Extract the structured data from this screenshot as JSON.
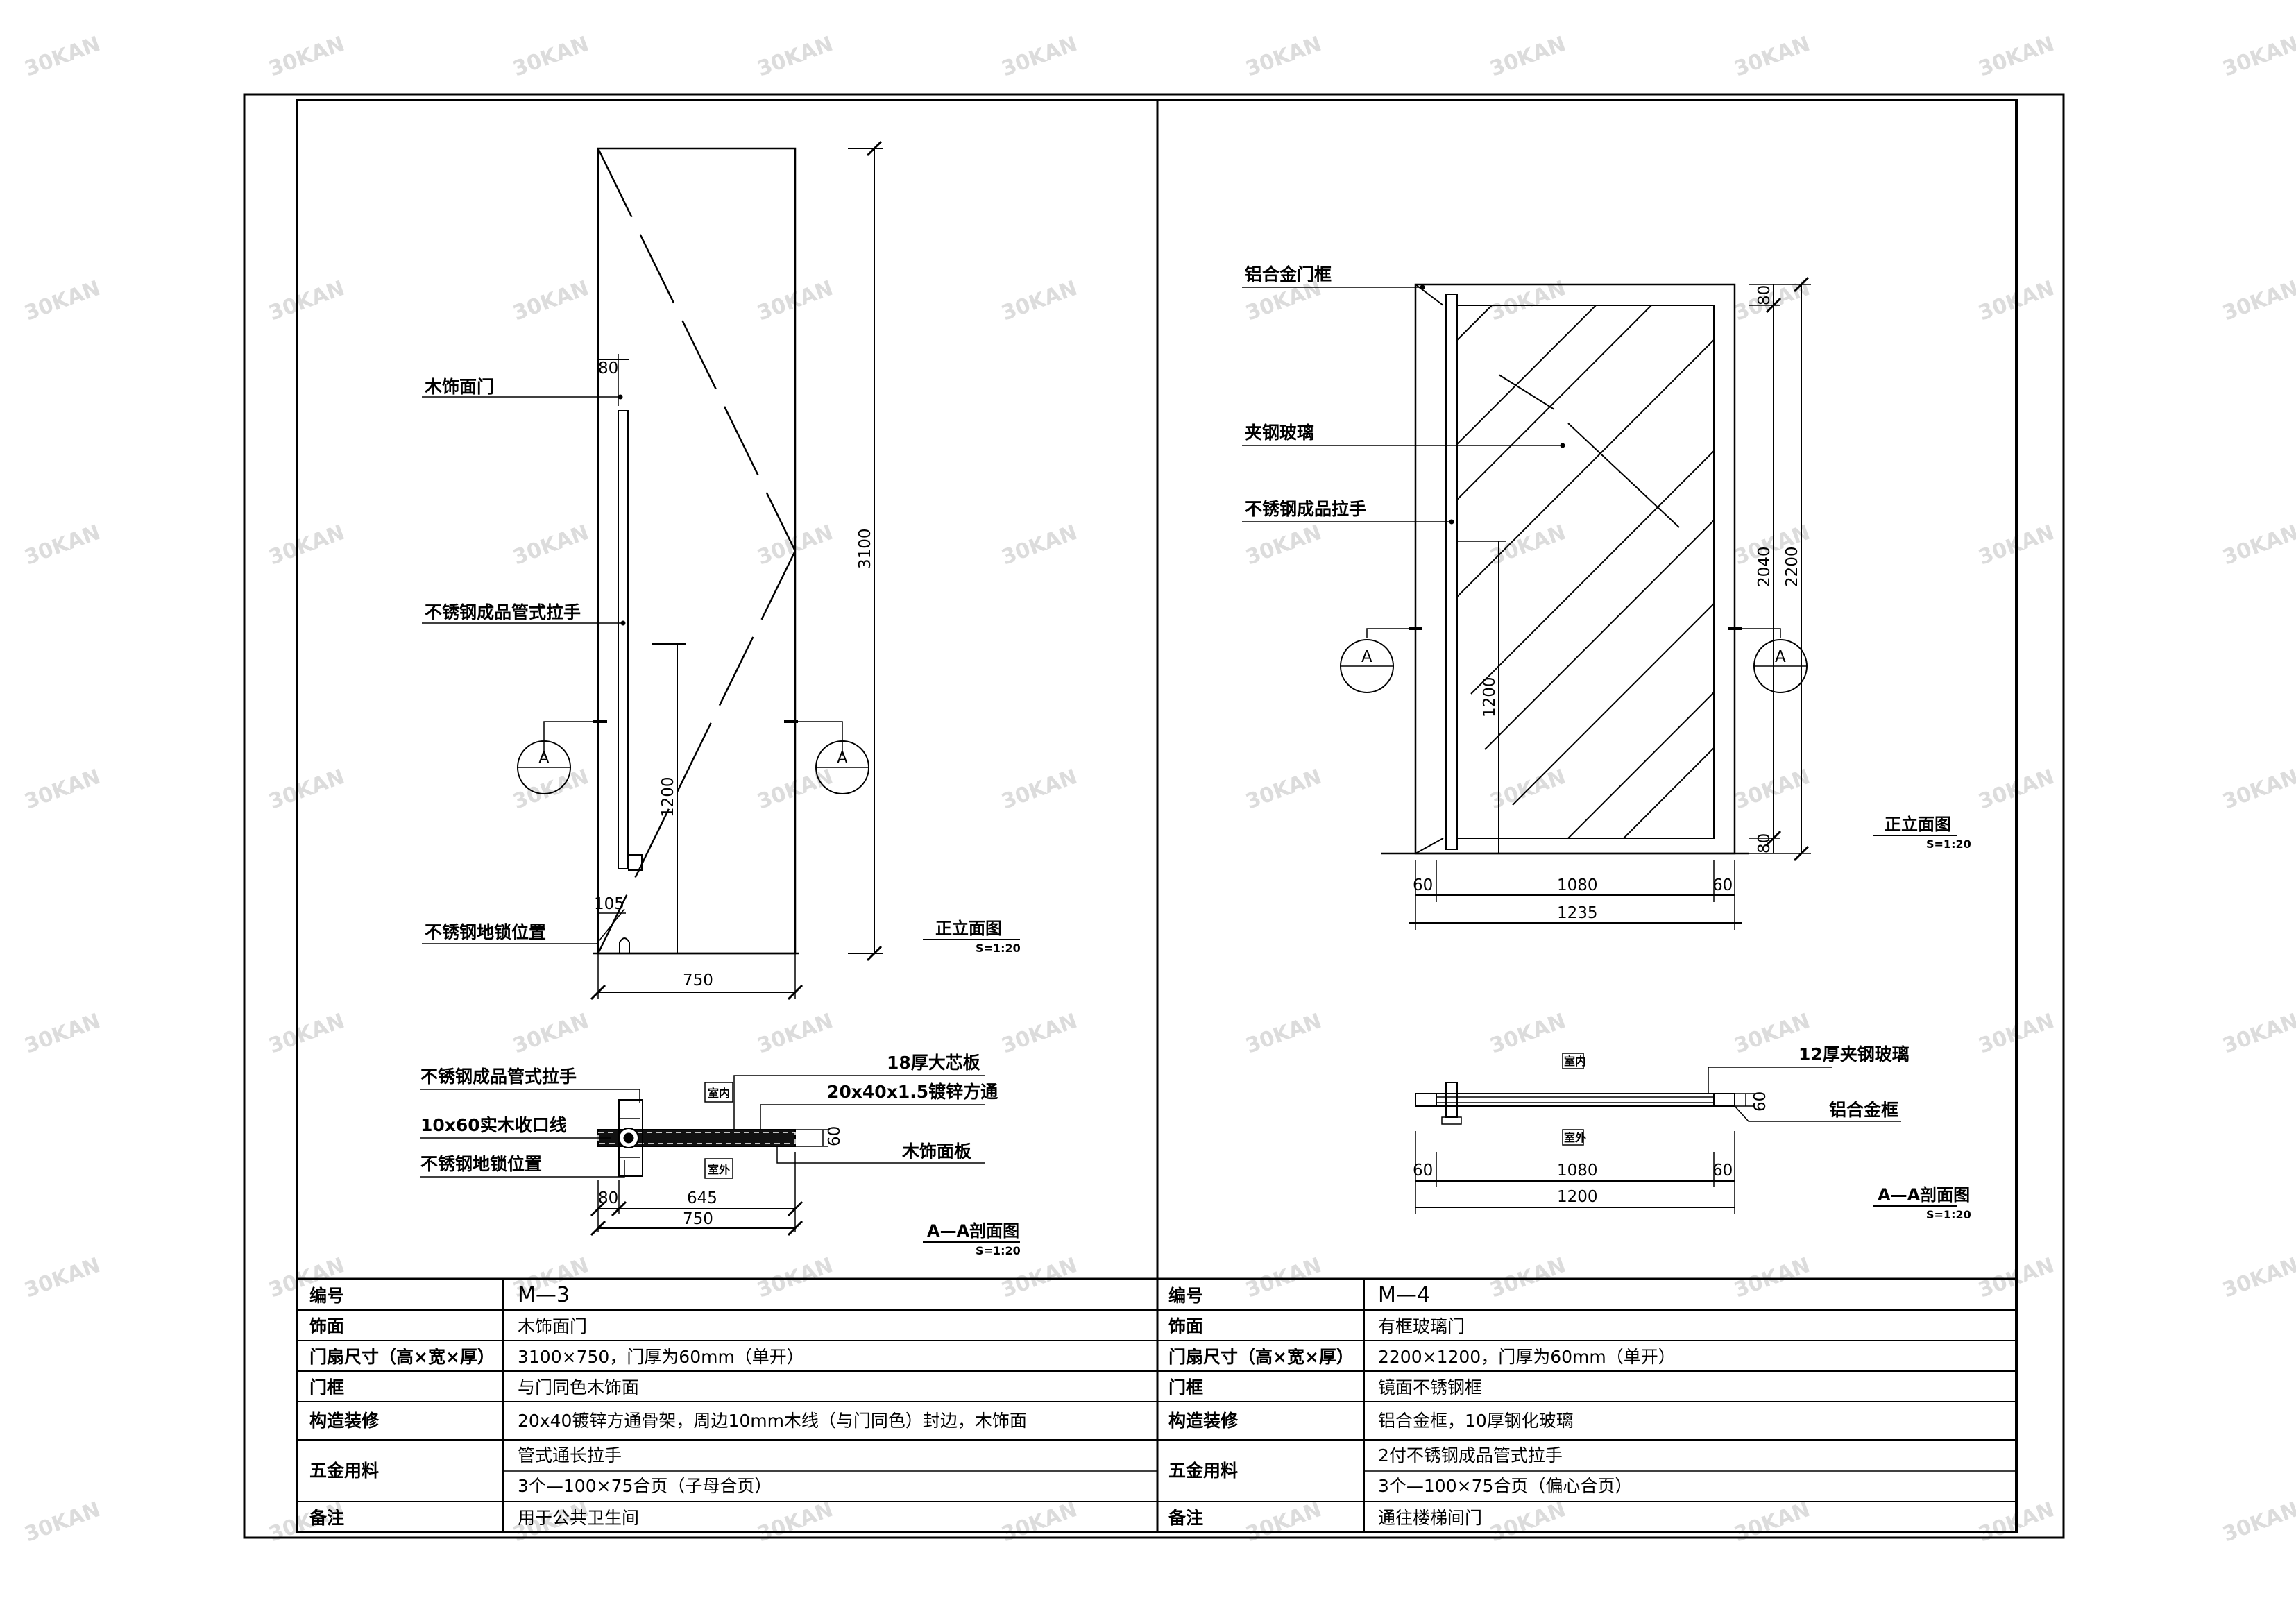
{
  "watermark": "30KAN",
  "m3": {
    "elevation": {
      "label_wood_door": "木饰面门",
      "label_handle": "不锈钢成品管式拉手",
      "label_floor_lock": "不锈钢地锁位置",
      "dim_80": "80",
      "dim_3100": "3100",
      "dim_1200": "1200",
      "dim_105": "105",
      "dim_750": "750",
      "marker": "A",
      "caption": "正立面图",
      "scale": "S=1:20"
    },
    "section": {
      "label_handle": "不锈钢成品管式拉手",
      "label_trim": "10x60实木收口线",
      "label_floor_lock": "不锈钢地锁位置",
      "label_core": "18厚大芯板",
      "label_tube": "20x40x1.5镀锌方通",
      "label_face": "木饰面板",
      "label_inside": "室内",
      "label_outside": "室外",
      "dim_60": "60",
      "dim_80": "80",
      "dim_645": "645",
      "dim_750": "750",
      "caption": "A—A剖面图",
      "scale": "S=1:20"
    }
  },
  "m4": {
    "elevation": {
      "label_frame": "铝合金门框",
      "label_glass": "夹钢玻璃",
      "label_handle": "不锈钢成品拉手",
      "dim_80_top": "80",
      "dim_80_bottom": "80",
      "dim_2040": "2040",
      "dim_2200": "2200",
      "dim_1200": "1200",
      "dim_60_left": "60",
      "dim_60_right": "60",
      "dim_1080": "1080",
      "dim_1235": "1235",
      "marker": "A",
      "caption": "正立面图",
      "scale": "S=1:20"
    },
    "section": {
      "label_glass": "12厚夹钢玻璃",
      "label_frame": "铝合金框",
      "label_inside": "室内",
      "label_outside": "室外",
      "dim_60": "60",
      "dim_60_left": "60",
      "dim_60_right": "60",
      "dim_1080": "1080",
      "dim_1200": "1200",
      "caption": "A—A剖面图",
      "scale": "S=1:20"
    }
  },
  "table": {
    "left": {
      "keys": [
        "编号",
        "饰面",
        "门扇尺寸（高×宽×厚）",
        "门框",
        "构造装修",
        "五金用料",
        "备注"
      ],
      "vals": [
        "M—3",
        "木饰面门",
        "3100×750，门厚为60mm（单开）",
        "与门同色木饰面",
        "20x40镀锌方通骨架，周边10mm木线（与门同色）封边，木饰面",
        "管式通长拉手",
        "3个—100×75合页（子母合页）",
        "用于公共卫生间"
      ]
    },
    "right": {
      "keys": [
        "编号",
        "饰面",
        "门扇尺寸（高×宽×厚）",
        "门框",
        "构造装修",
        "五金用料",
        "备注"
      ],
      "vals": [
        "M—4",
        "有框玻璃门",
        "2200×1200，门厚为60mm（单开）",
        "镜面不锈钢框",
        "铝合金框，10厚钢化玻璃",
        "2付不锈钢成品管式拉手",
        "3个—100×75合页（偏心合页）",
        "通往楼梯间门"
      ]
    }
  }
}
